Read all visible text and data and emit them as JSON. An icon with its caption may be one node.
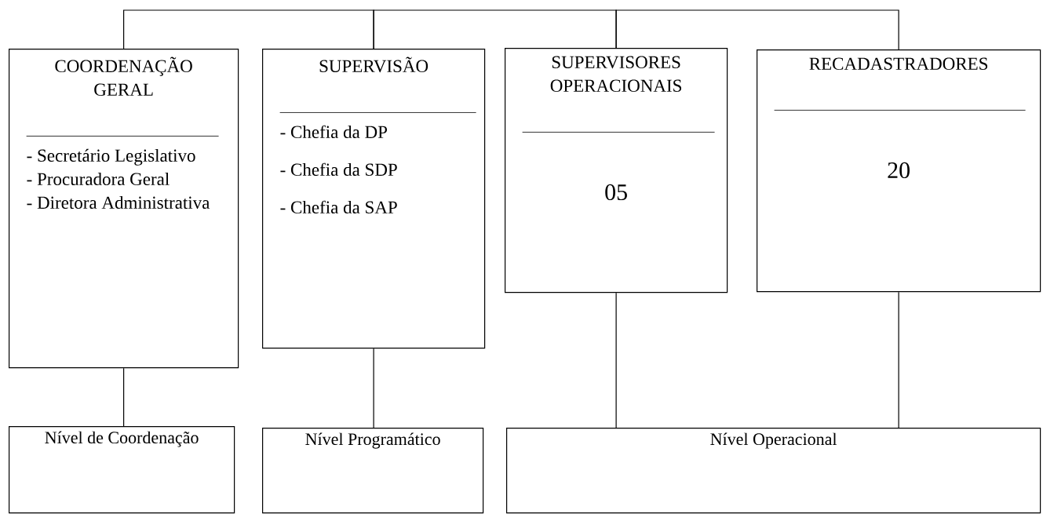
{
  "diagram": {
    "nodes": [
      {
        "text": [
          "COORDENAÇÃO GERAL",
          "- Secretário Legislativo",
          "- Procuradora Geral",
          "- Diretora Administrativa"
        ]
      },
      {
        "text": [
          "SUPERVISÃO",
          "- Chefia da DP",
          "- Chefia da SDP",
          "- Chefia da SAP"
        ]
      },
      {
        "text": [
          "SUPERVISORES OPERACIONAIS",
          "05"
        ]
      },
      {
        "text": [
          "RECADASTRADORES",
          "20"
        ]
      },
      {
        "text": [
          "Nível de Coordenação"
        ]
      },
      {
        "text": [
          "Nível Programático"
        ]
      },
      {
        "text": [
          "Nível Operacional"
        ]
      }
    ],
    "edges": [
      {
        "from": 0,
        "to": 1,
        "arrow": "none"
      },
      {
        "from": 1,
        "to": 2,
        "arrow": "none"
      },
      {
        "from": 2,
        "to": 3,
        "arrow": "none"
      },
      {
        "from": 0,
        "to": 4,
        "arrow": "none"
      },
      {
        "from": 1,
        "to": 5,
        "arrow": "none"
      },
      {
        "from": 2,
        "to": 6,
        "arrow": "none"
      },
      {
        "from": 3,
        "to": 6,
        "arrow": "none"
      }
    ]
  }
}
